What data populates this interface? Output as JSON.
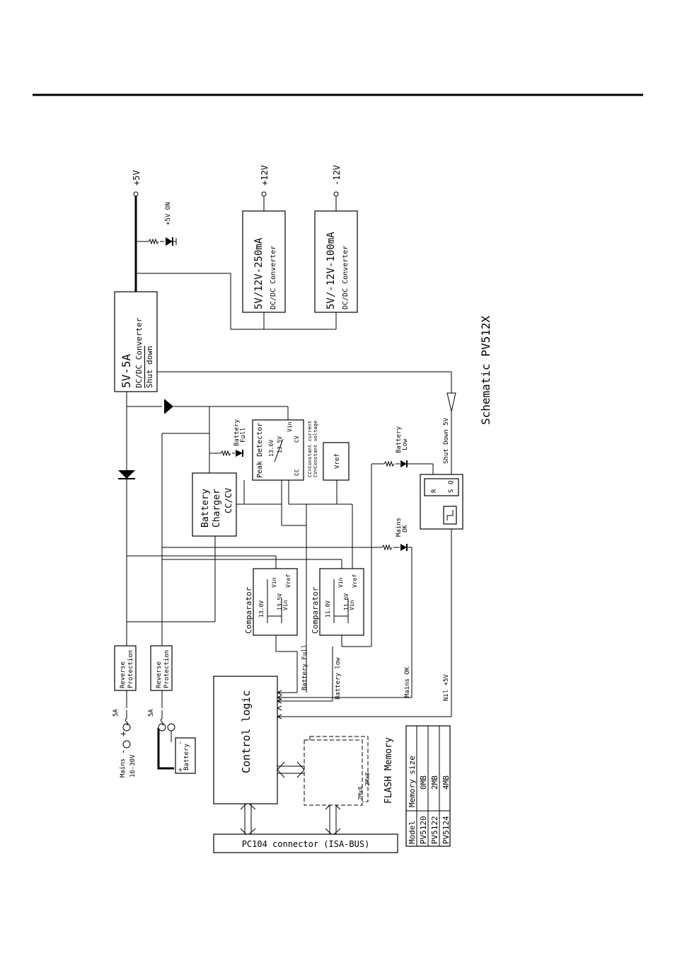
{
  "blocks": {
    "reg5v": {
      "l1": "5V-5A",
      "l2": "DC/DC Converter",
      "l3": "Shut down"
    },
    "conv12": {
      "l1": "5V/12V-250mA",
      "l2": "DC/DC Converter"
    },
    "convm12": {
      "l1": "5V/-12V-100mA",
      "l2": "DC/DC Converter"
    },
    "charger": {
      "l1": "Battery",
      "l2": "Charger",
      "l3": "CC/CV"
    },
    "peak": {
      "title": "Peak Detector",
      "v1": "13.6V",
      "v2": "13.5V",
      "vin": "Vin",
      "cc": "CC",
      "cv": "CV"
    },
    "peak_note": {
      "l1": "CC=Constant current",
      "l2": "CV=Constant voltage"
    },
    "vref": "Vref",
    "comp1": {
      "title": "Comparator",
      "v1": "13.0V",
      "v2": "13.5V",
      "vin": "Vin",
      "vin2": "Vin",
      "vref": "Vref"
    },
    "comp2": {
      "title": "Comparator",
      "v1": "11.0V",
      "v2": "11.6V",
      "vin": "Vin",
      "vin2": "Vin",
      "vref": "Vref"
    },
    "rp1": {
      "l1": "Reverse",
      "l2": "Protection"
    },
    "rp2": {
      "l1": "Reverse",
      "l2": "Protection"
    },
    "control": "Control logic",
    "flash": {
      "title": "FLASH Memory",
      "c1": "2Mx8",
      "c2": "2Mx8"
    },
    "pc104": "PC104 connector (ISA-BUS)",
    "flipflop": {
      "r": "R",
      "s": "S",
      "q": "Q"
    }
  },
  "labels": {
    "out5v": "+5V",
    "out12v": "+12V",
    "outm12v": "-12V",
    "led5v": "+5V ON",
    "led_batt_full": {
      "l1": "Battery",
      "l2": "Full"
    },
    "led_batt_low": {
      "l1": "Battery",
      "l2": "Low"
    },
    "led_mains_ok": {
      "l1": "Mains",
      "l2": "OK"
    },
    "sig_batt_full": "Battery Full",
    "sig_batt_low": "Battery low",
    "sig_mains_ok": "Mains OK",
    "sig_nil5v": "Nil +5V",
    "shutdown5v": "Shut Down 5V",
    "mains": {
      "l1": "Mains",
      "l2": "16-30V"
    },
    "fuse1": "5A",
    "fuse2": "5A",
    "plus": "+",
    "minus": "-",
    "battery": "Battery",
    "bat_plus": "+",
    "bat_minus": "-",
    "schematic_title": "Schematic PV512X"
  },
  "memory_table": {
    "headers": [
      "Model",
      "Memory size"
    ],
    "rows": [
      [
        "PV5120",
        "0MB"
      ],
      [
        "PV5122",
        "2MB"
      ],
      [
        "PV5124",
        "4MB"
      ]
    ]
  }
}
